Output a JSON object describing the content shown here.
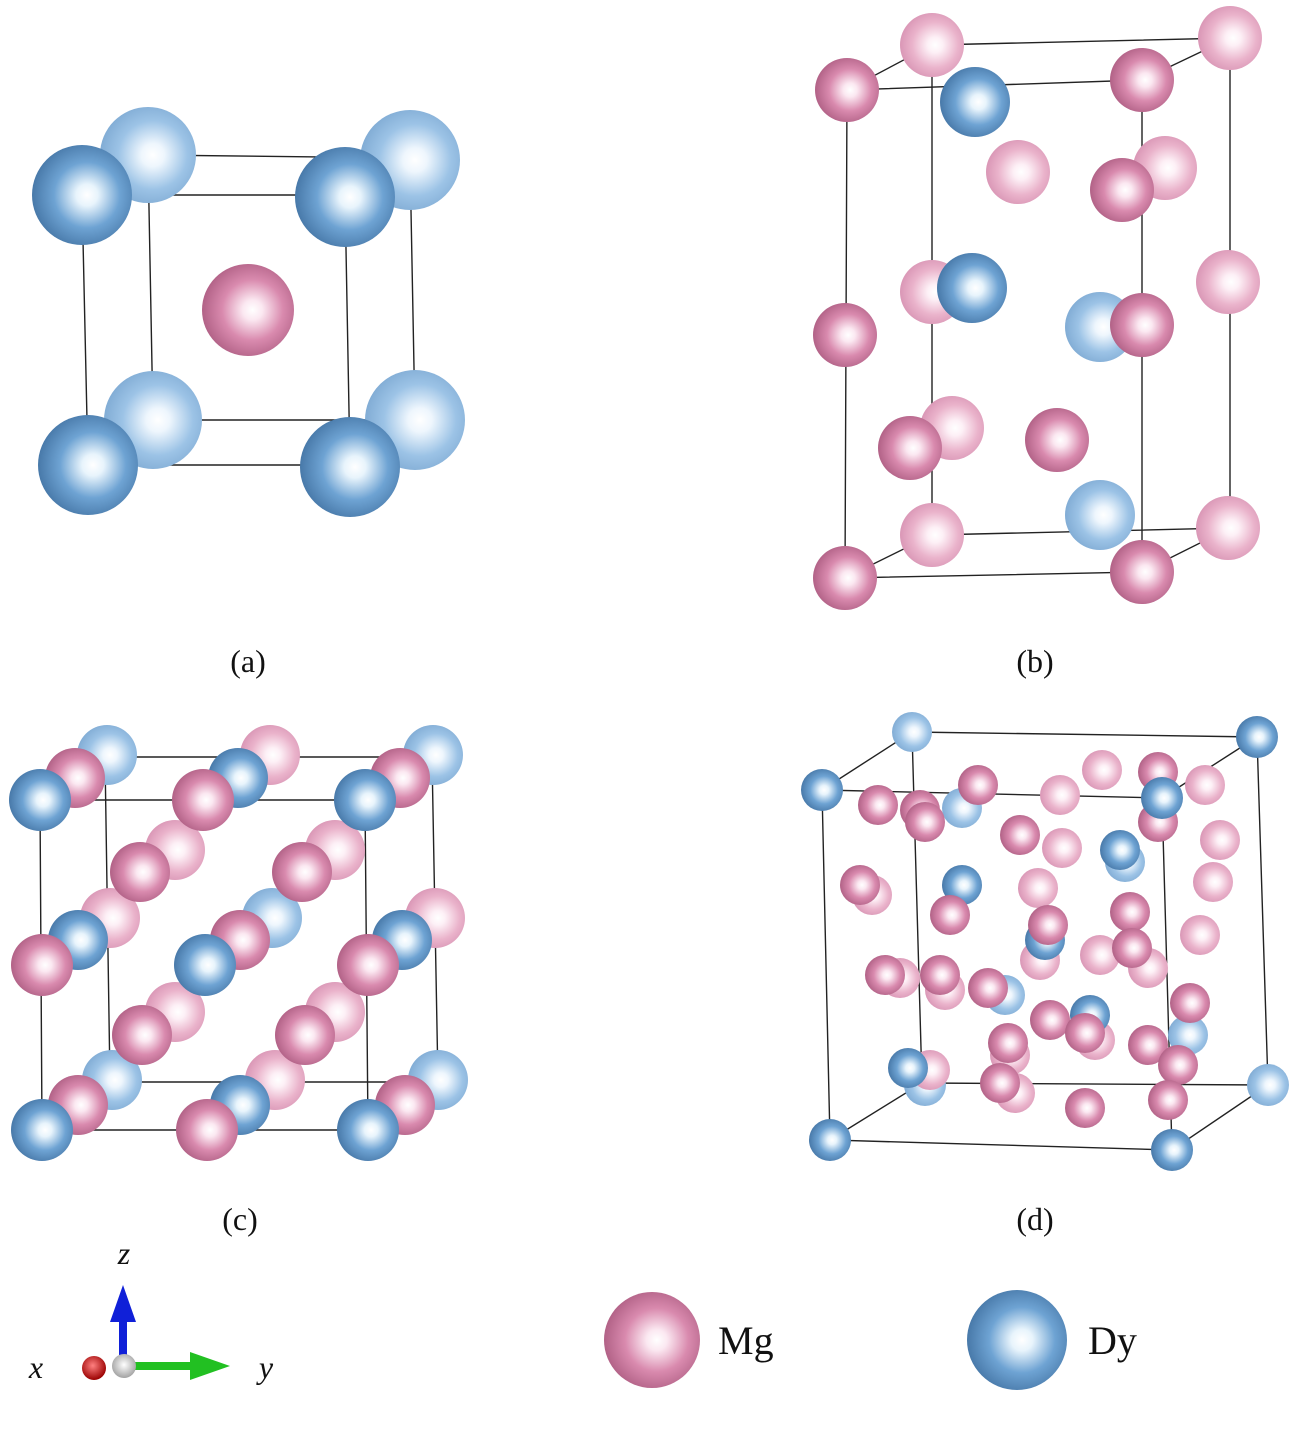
{
  "panels": [
    {
      "id": "a",
      "label": "(a)"
    },
    {
      "id": "b",
      "label": "(b)"
    },
    {
      "id": "c",
      "label": "(c)"
    },
    {
      "id": "d",
      "label": "(d)"
    }
  ],
  "legend": [
    {
      "element": "Mg",
      "color": "#d987ad"
    },
    {
      "element": "Dy",
      "color": "#5b93c7"
    }
  ],
  "axes": {
    "x": "x",
    "y": "y",
    "z": "z"
  },
  "colors": {
    "mg": "#d987ad",
    "dy": "#5b93c7",
    "axis_x": "#c81010",
    "axis_y": "#22c022",
    "axis_z": "#1020d8"
  }
}
